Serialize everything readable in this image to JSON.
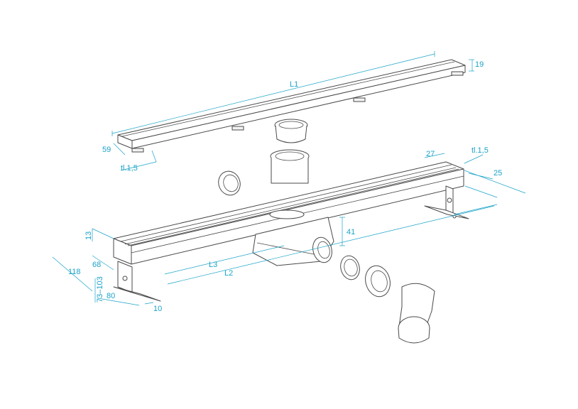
{
  "dimensions": {
    "L1": "L1",
    "h19": "19",
    "w59": "59",
    "tl_top": "tl.1,5",
    "w27": "27",
    "tl_right": "tl.1,5",
    "w25": "25",
    "h41": "41",
    "h13": "13",
    "w68": "68",
    "w118": "118",
    "h73_103": "73–103",
    "w80": "80",
    "w10": "10",
    "L3": "L3",
    "L2": "L2"
  },
  "colors": {
    "dimension": "#1aa3c8",
    "outline": "#4a4a4a"
  }
}
